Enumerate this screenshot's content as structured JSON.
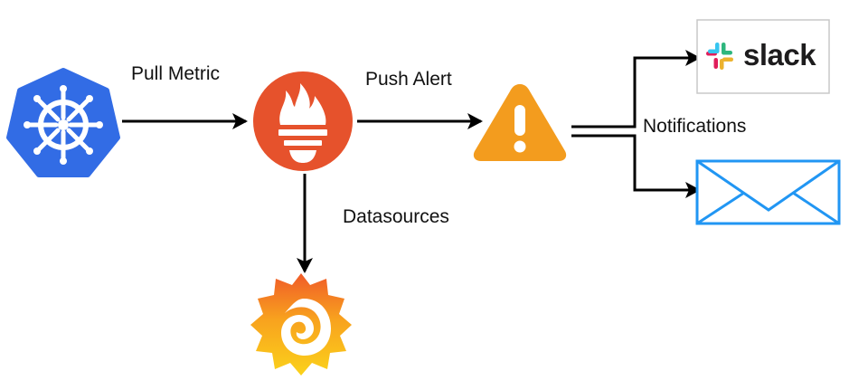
{
  "labels": {
    "pull_metric": "Pull Metric",
    "push_alert": "Push Alert",
    "datasources": "Datasources",
    "notifications": "Notifications"
  },
  "icons": {
    "kubernetes": "kubernetes-icon",
    "prometheus": "prometheus-icon",
    "alertmanager": "warning-triangle-icon",
    "grafana": "grafana-icon",
    "slack": "slack-logo",
    "email": "envelope-icon"
  },
  "logos": {
    "slack_wordmark": "slack"
  },
  "colors": {
    "kubernetes_blue": "#326ce5",
    "prometheus_orange": "#e6522c",
    "alert_orange": "#f39c1e",
    "grafana_yellow": "#f9c21a",
    "grafana_orange": "#f05a28",
    "email_blue": "#2196f3",
    "arrow_black": "#000000"
  }
}
